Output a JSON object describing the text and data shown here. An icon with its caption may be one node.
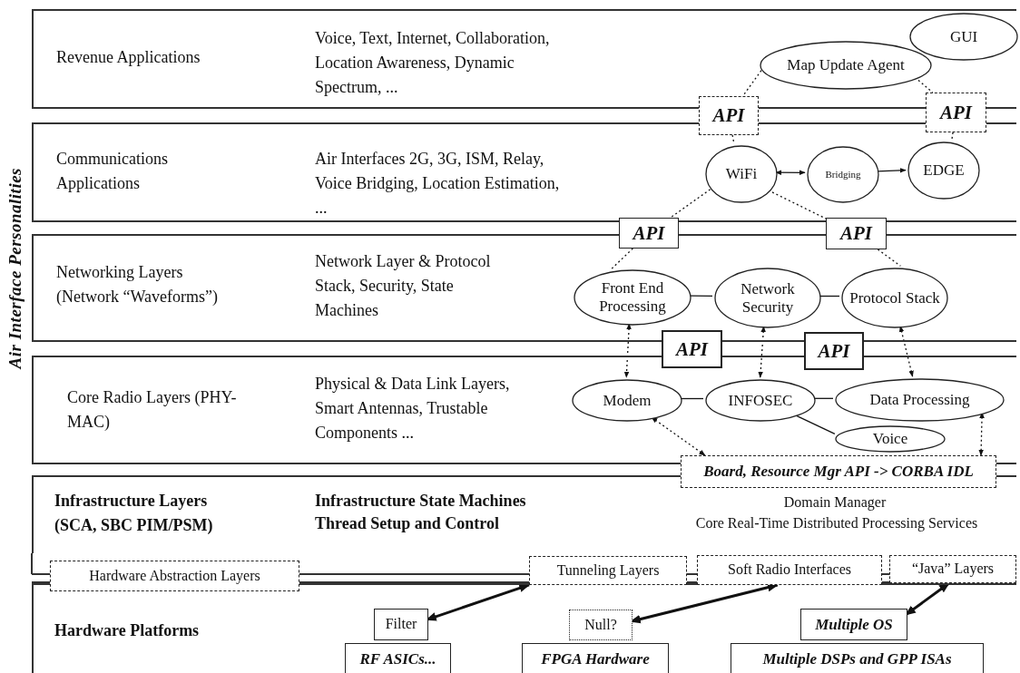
{
  "diagram": {
    "nodes": [
      {
        "text": [
          "Revenue Applications",
          "Voice, Text, Internet, Collaboration, Location Awareness, Dynamic Spectrum, ..."
        ]
      },
      {
        "text": [
          "GUI"
        ],
        "in": 0
      },
      {
        "text": [
          "Map Update Agent"
        ],
        "in": 0
      },
      {
        "text": [
          "API"
        ]
      },
      {
        "text": [
          "API"
        ]
      },
      {
        "text": [
          "Communications Applications",
          "Air Interfaces 2G, 3G, ISM, Relay, Voice Bridging, Location Estimation, ..."
        ]
      },
      {
        "text": [
          "WiFi"
        ],
        "in": 5
      },
      {
        "text": [
          "Bridging"
        ],
        "in": 5
      },
      {
        "text": [
          "EDGE"
        ],
        "in": 5
      },
      {
        "text": [
          "API"
        ]
      },
      {
        "text": [
          "API"
        ]
      },
      {
        "text": [
          "Networking Layers (Network “Waveforms”)",
          "Network Layer & Protocol Stack, Security, State Machines"
        ]
      },
      {
        "text": [
          "Front End Processing"
        ],
        "in": 11
      },
      {
        "text": [
          "Network Security"
        ],
        "in": 11
      },
      {
        "text": [
          "Protocol Stack"
        ],
        "in": 11
      },
      {
        "text": [
          "API"
        ]
      },
      {
        "text": [
          "API"
        ]
      },
      {
        "text": [
          "Core Radio Layers (PHY-MAC)",
          "Physical & Data Link Layers, Smart Antennas, Trustable Components ..."
        ]
      },
      {
        "text": [
          "Modem"
        ],
        "in": 17
      },
      {
        "text": [
          "INFOSEC"
        ],
        "in": 17
      },
      {
        "text": [
          "Data Processing"
        ],
        "in": 17
      },
      {
        "text": [
          "Voice"
        ],
        "in": 17
      },
      {
        "text": [
          "Board, Resource Mgr API -> CORBA IDL"
        ]
      },
      {
        "text": [
          "Infrastructure Layers (SCA, SBC PIM/PSM)",
          "Infrastructure State Machines",
          "Thread Setup and Control",
          "Domain Manager",
          "Core Real-Time Distributed Processing Services"
        ]
      },
      {
        "text": [
          "Hardware Abstraction Layers"
        ]
      },
      {
        "text": [
          "Tunneling Layers"
        ]
      },
      {
        "text": [
          "Soft Radio Interfaces"
        ]
      },
      {
        "text": [
          "“Java” Layers"
        ]
      },
      {
        "text": [
          "Hardware Platforms"
        ]
      },
      {
        "text": [
          "Filter"
        ],
        "in": 28
      },
      {
        "text": [
          "Null?"
        ],
        "in": 28
      },
      {
        "text": [
          "Multiple OS"
        ],
        "in": 28
      },
      {
        "text": [
          "RF ASICs..."
        ],
        "in": 28
      },
      {
        "text": [
          "FPGA Hardware"
        ],
        "in": 28
      },
      {
        "text": [
          "Multiple DSPs and GPP ISAs"
        ],
        "in": 28
      }
    ],
    "edges": [
      {
        "from": 2,
        "to": 3,
        "arrow": "none",
        "style": "dashed"
      },
      {
        "from": 2,
        "to": 4,
        "arrow": "none",
        "style": "dashed"
      },
      {
        "from": 3,
        "to": 6,
        "arrow": "none",
        "style": "dashed"
      },
      {
        "from": 4,
        "to": 8,
        "arrow": "none",
        "style": "dashed"
      },
      {
        "from": 6,
        "to": 7,
        "arrow": "both"
      },
      {
        "from": 7,
        "to": 8,
        "arrow": "to"
      },
      {
        "from": 6,
        "to": 9,
        "arrow": "none",
        "style": "dashed"
      },
      {
        "from": 6,
        "to": 10,
        "arrow": "none",
        "style": "dashed"
      },
      {
        "from": 9,
        "to": 12,
        "arrow": "none",
        "style": "dashed"
      },
      {
        "from": 10,
        "to": 14,
        "arrow": "none",
        "style": "dashed"
      },
      {
        "from": 12,
        "to": 13,
        "arrow": "none"
      },
      {
        "from": 13,
        "to": 14,
        "arrow": "none"
      },
      {
        "from": 12,
        "to": 18,
        "arrow": "both",
        "style": "dashed"
      },
      {
        "from": 13,
        "to": 19,
        "arrow": "both",
        "style": "dashed"
      },
      {
        "from": 14,
        "to": 20,
        "arrow": "both",
        "style": "dashed"
      },
      {
        "from": 18,
        "to": 19,
        "arrow": "none"
      },
      {
        "from": 19,
        "to": 20,
        "arrow": "none"
      },
      {
        "from": 19,
        "to": 21,
        "arrow": "none"
      },
      {
        "from": 18,
        "to": 22,
        "arrow": "both",
        "style": "dashed"
      },
      {
        "from": 20,
        "to": 22,
        "arrow": "both",
        "style": "dashed"
      },
      {
        "from": 25,
        "to": 29,
        "arrow": "both",
        "style": "thick"
      },
      {
        "from": 26,
        "to": 30,
        "arrow": "both",
        "style": "thick"
      },
      {
        "from": 27,
        "to": 31,
        "arrow": "both",
        "style": "thick"
      }
    ],
    "labels": [
      "Air Interface Personalities"
    ]
  }
}
